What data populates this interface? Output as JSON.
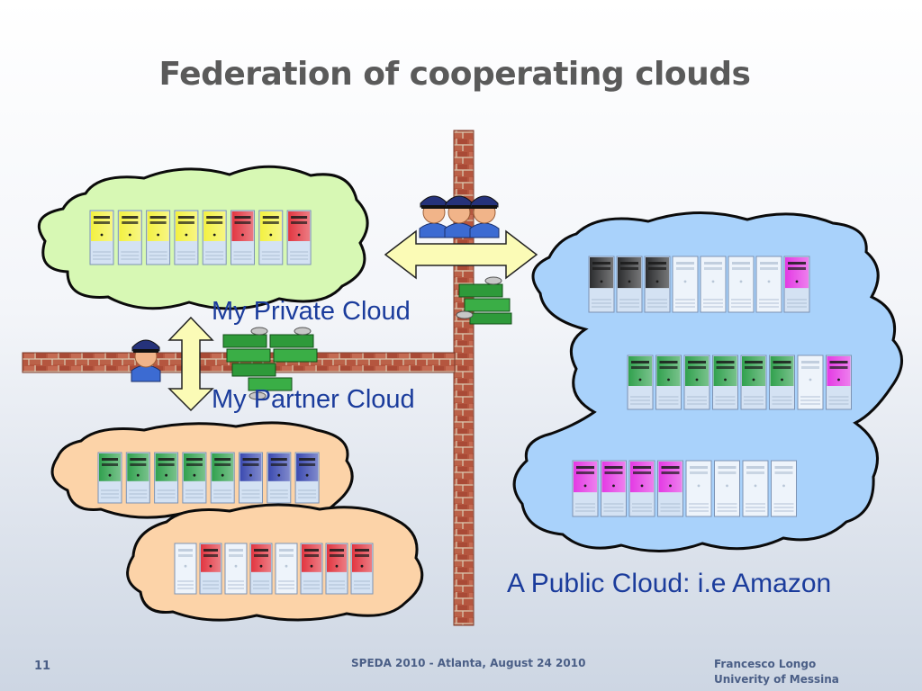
{
  "slide": {
    "title": "Federation of cooperating clouds",
    "labels": {
      "private": "My Private Cloud",
      "partner": "My Partner Cloud",
      "public": "A Public Cloud: i.e Amazon"
    },
    "footer": {
      "page": "11",
      "event": "SPEDA 2010 - Atlanta, August 24 2010",
      "author_line1": "Francesco Longo",
      "author_line2": "Univerity of Messina"
    }
  },
  "colors": {
    "private_cloud": "#d7f8b4",
    "partner_cloud": "#fcd3a8",
    "public_cloud": "#a9d2fb",
    "cloud_outline": "#0b0b0b",
    "arrow_fill": "#fbfbb6",
    "label_text": "#1b3c9c",
    "server_yellow": "#f6f32e",
    "server_red": "#e3232e",
    "server_green": "#1f9a3c",
    "server_blue": "#2a3aa8",
    "server_black": "#1a1a1a",
    "server_magenta": "#e628e2",
    "server_empty": "#eef4fb"
  },
  "server_groups": [
    {
      "id": "private",
      "servers": [
        "yellow",
        "yellow",
        "yellow",
        "yellow",
        "yellow",
        "red",
        "yellow",
        "red"
      ]
    },
    {
      "id": "partner-top",
      "servers": [
        "green",
        "green",
        "green",
        "green",
        "green",
        "blue",
        "blue",
        "blue"
      ]
    },
    {
      "id": "partner-bottom",
      "servers": [
        "empty",
        "red",
        "empty",
        "red",
        "empty",
        "red",
        "red",
        "red"
      ]
    },
    {
      "id": "public-top",
      "servers": [
        "black",
        "black",
        "black",
        "empty",
        "empty",
        "empty",
        "empty",
        "magenta"
      ]
    },
    {
      "id": "public-middle",
      "servers": [
        "green",
        "green",
        "green",
        "green",
        "green",
        "green",
        "empty",
        "magenta"
      ]
    },
    {
      "id": "public-bottom",
      "servers": [
        "magenta",
        "magenta",
        "magenta",
        "magenta",
        "empty",
        "empty",
        "empty",
        "empty"
      ]
    }
  ]
}
